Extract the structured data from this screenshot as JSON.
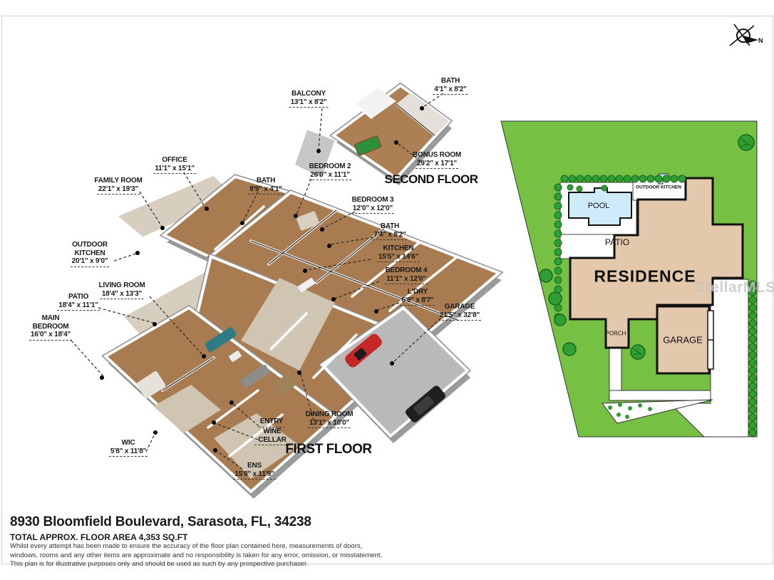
{
  "compass": {
    "label": "N"
  },
  "floor2": {
    "title": "SECOND FLOOR",
    "rooms": {
      "balcony": {
        "name": "BALCONY",
        "dims": "13'1\" x 8'2\""
      },
      "bath": {
        "name": "BATH",
        "dims": "4'1\" x 8'2\""
      },
      "bonus": {
        "name": "BONUS ROOM",
        "dims": "29'2\" x 17'1\""
      }
    }
  },
  "floor1": {
    "title": "FIRST FLOOR",
    "rooms": {
      "office": {
        "name": "OFFICE",
        "dims": "11'1\" x 15'1\""
      },
      "family_room": {
        "name": "FAMILY ROOM",
        "dims": "22'1\" x 19'3\""
      },
      "outdoor_kitchen": {
        "name": "OUTDOOR KITCHEN",
        "dims": "20'1\" x 9'0\""
      },
      "living_room": {
        "name": "LIVING ROOM",
        "dims": "18'4\" x 13'3\""
      },
      "patio": {
        "name": "PATIO",
        "dims": "18'4\" x 11'1\""
      },
      "main_bedroom": {
        "name": "MAIN BEDROOM",
        "dims": "16'0\" x 18'4\""
      },
      "wic": {
        "name": "WIC",
        "dims": "5'8\" x 11'8\""
      },
      "ens": {
        "name": "ENS",
        "dims": "15'8\" x 11'9\""
      },
      "wine_cellar": {
        "name": "WINE CELLAR"
      },
      "entry": {
        "name": "ENTRY"
      },
      "dining_room": {
        "name": "DINING ROOM",
        "dims": "13'1\" x 10'0\""
      },
      "bath_a": {
        "name": "BATH",
        "dims": "8'9\" x 4'1\""
      },
      "bedroom2": {
        "name": "BEDROOM 2",
        "dims": "26'0\" x 11'1\""
      },
      "bedroom3": {
        "name": "BEDROOM 3",
        "dims": "12'0\" x 12'0\""
      },
      "bath_b": {
        "name": "BATH",
        "dims": "7'4\" x 8'2\""
      },
      "kitchen": {
        "name": "KITCHEN",
        "dims": "15'5\" x 14'6\""
      },
      "bedroom4": {
        "name": "BEDROOM 4",
        "dims": "11'1\" x 12'0\""
      },
      "ldry": {
        "name": "L'DRY",
        "dims": "6'9\" x 8'7\""
      },
      "garage": {
        "name": "GARAGE",
        "dims": "21'5\" x 32'8\""
      }
    }
  },
  "site_plan": {
    "residence": "RESIDENCE",
    "pool": "POOL",
    "patio": "PATIO",
    "porch": "PORCH",
    "garage": "GARAGE",
    "outdoor_kitchen": "OUTDOOR KITCHEN",
    "watermark": "StellarMLS",
    "colors": {
      "lawn": "#76c043",
      "building": "#e4c8ac",
      "pool_water": "#cfeaf8",
      "shrub": "#2f9e33"
    }
  },
  "footer": {
    "address": "8930 Bloomfield Boulevard, Sarasota, FL, 34238",
    "area_line": "TOTAL APPROX. FLOOR AREA 4,353 SQ.FT",
    "disclaimer": [
      "Whilst every attempt has been made to ensure the accuracy of the floor plan contained here, measurements of doors,",
      "windows, rooms and any other items are approximate and no responsibility is taken for any error, omission, or misstatement.",
      "This plan is for illustrative purposes only and should be used as such by any prospective purchaser."
    ]
  }
}
